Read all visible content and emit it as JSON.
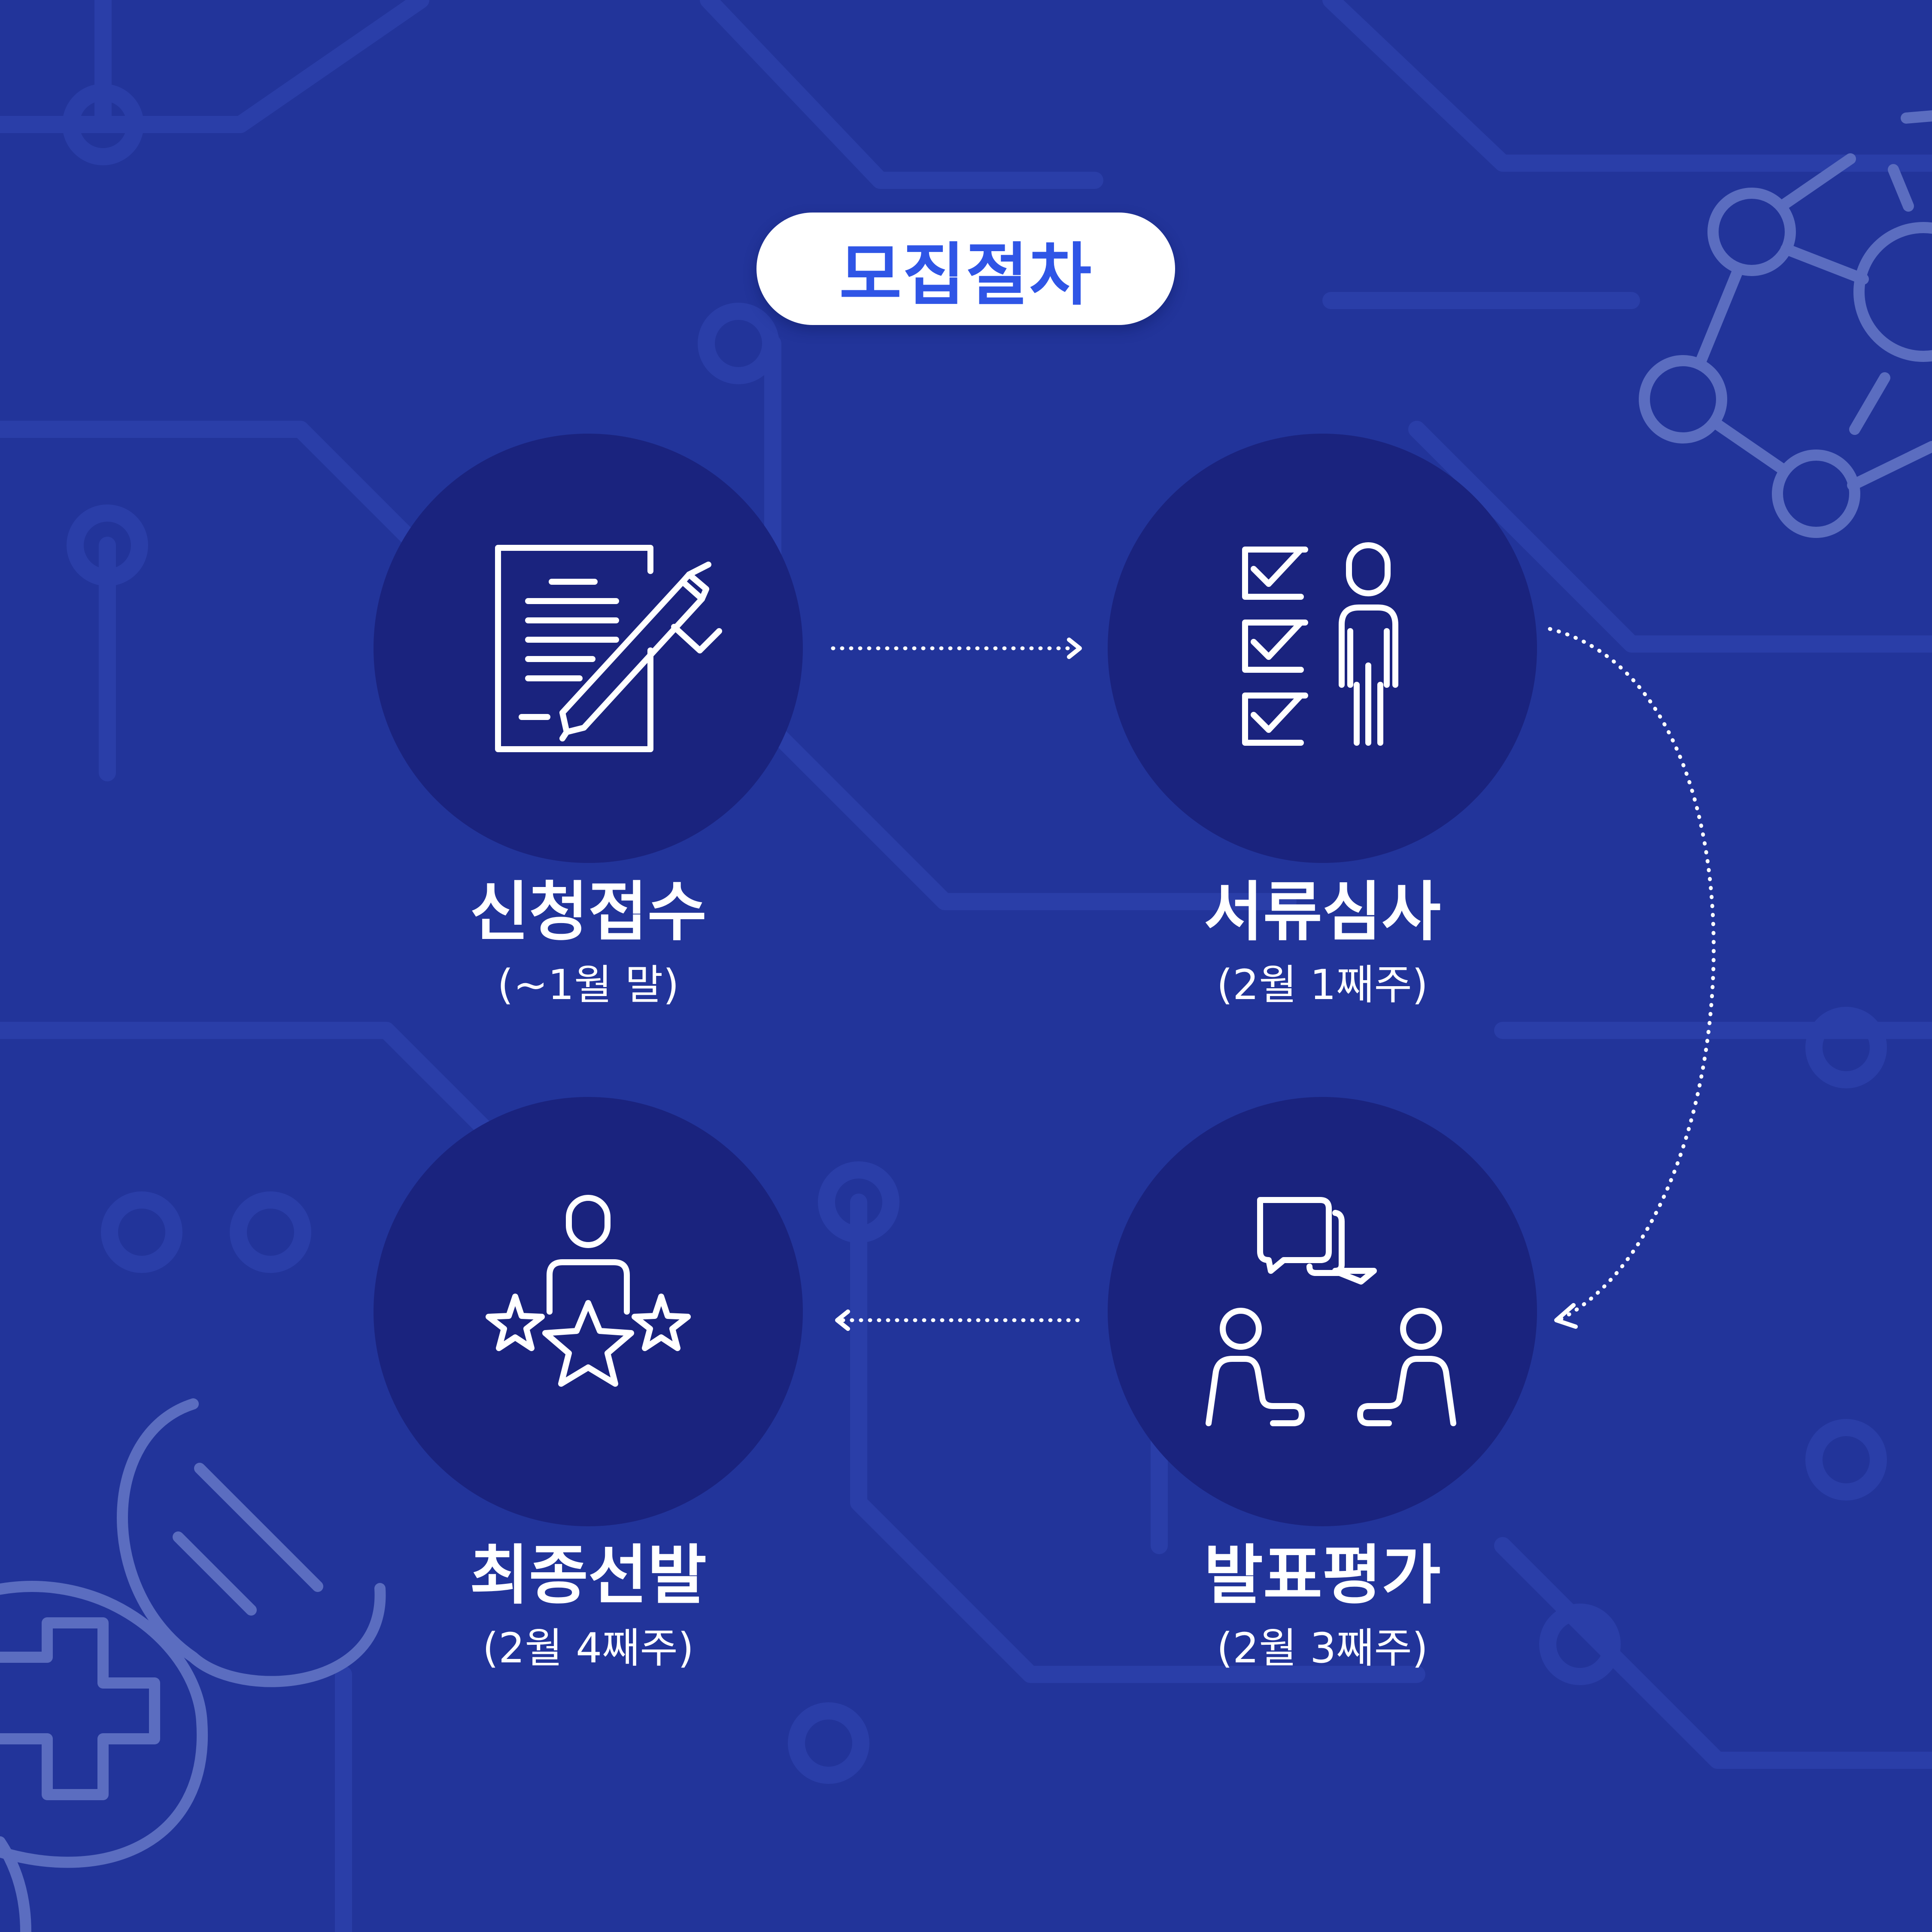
{
  "title": "모집절차",
  "steps": [
    {
      "name": "신청접수",
      "period": "(~1월 말)",
      "icon": "document-pen-icon"
    },
    {
      "name": "서류심사",
      "period": "(2월 1째주)",
      "icon": "checklist-person-icon"
    },
    {
      "name": "발표평가",
      "period": "(2월 3째주)",
      "icon": "discussion-icon"
    },
    {
      "name": "최종선발",
      "period": "(2월 4째주)",
      "icon": "person-stars-icon"
    }
  ],
  "colors": {
    "background": "#22349a",
    "circle": "#1a237e",
    "title_text": "#2f55e6",
    "foreground": "#ffffff"
  }
}
